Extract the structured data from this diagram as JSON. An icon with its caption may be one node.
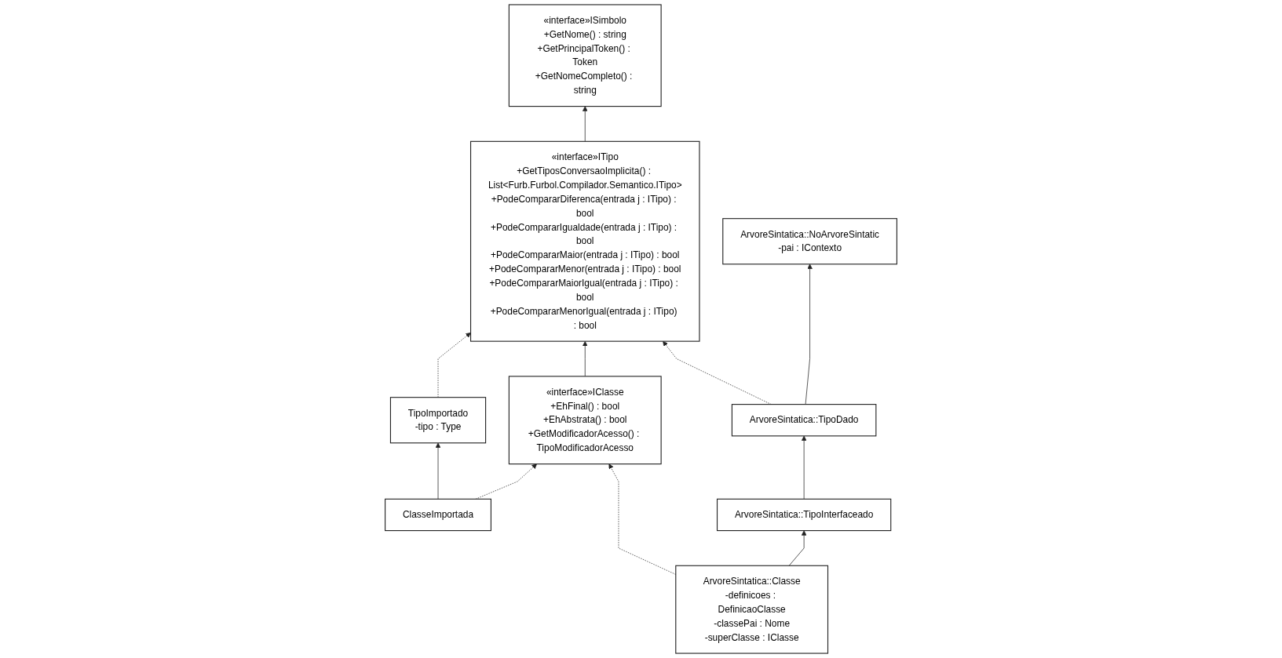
{
  "diagram": {
    "nodes": [
      {
        "text": [
          "«interface»ITipo",
          "+GetTiposConversaoImplicita() : List<Furb.Furbol.Compilador.Semantico.ITipo>",
          "+PodeCompararDiferenca(entrada j : ITipo) : bool",
          "+PodeCompararIgualdade(entrada j : ITipo) : bool",
          "+PodeCompararMaior(entrada j : ITipo) : bool",
          "+PodeCompararMenor(entrada j : ITipo) : bool",
          "+PodeCompararMaiorIgual(entrada j : ITipo) : bool",
          "+PodeCompararMenorIgual(entrada j : ITipo) : bool"
        ]
      },
      {
        "text": [
          "«interface»ISimbolo",
          "+GetNome() : string",
          "+GetPrincipalToken() : Token",
          "+GetNomeCompleto() : string"
        ]
      },
      {
        "text": [
          "TipoImportado",
          "-tipo : Type"
        ]
      },
      {
        "text": [
          "«interface»IClasse",
          "+EhFinal() : bool",
          "+EhAbstrata() : bool",
          "+GetModificadorAcesso() : TipoModificadorAcesso"
        ]
      },
      {
        "text": [
          "ClasseImportada"
        ]
      },
      {
        "text": [
          "ArvoreSintatica::Classe",
          "-definicoes : DefinicaoClasse",
          "-classePai : Nome",
          "-superClasse : IClasse"
        ]
      },
      {
        "text": [
          "ArvoreSintatica::TipoInterfaceado"
        ]
      },
      {
        "text": [
          "ArvoreSintatica::TipoDado"
        ]
      },
      {
        "text": [
          "ArvoreSintatica::NoArvoreSintatic",
          "-pai : IContexto"
        ]
      }
    ],
    "edges": [
      {
        "from": 0,
        "to": 1,
        "arrow": "to"
      },
      {
        "from": 2,
        "to": 0,
        "arrow": "to",
        "style": "dashed"
      },
      {
        "from": 3,
        "to": 0,
        "arrow": "to"
      },
      {
        "from": 4,
        "to": 2,
        "arrow": "to"
      },
      {
        "from": 4,
        "to": 3,
        "arrow": "to",
        "style": "dashed"
      },
      {
        "from": 5,
        "to": 3,
        "arrow": "to",
        "style": "dashed"
      },
      {
        "from": 5,
        "to": 6,
        "arrow": "to"
      },
      {
        "from": 6,
        "to": 7,
        "arrow": "to"
      },
      {
        "from": 7,
        "to": 0,
        "arrow": "to",
        "style": "dashed"
      },
      {
        "from": 7,
        "to": 8,
        "arrow": "to"
      }
    ]
  }
}
